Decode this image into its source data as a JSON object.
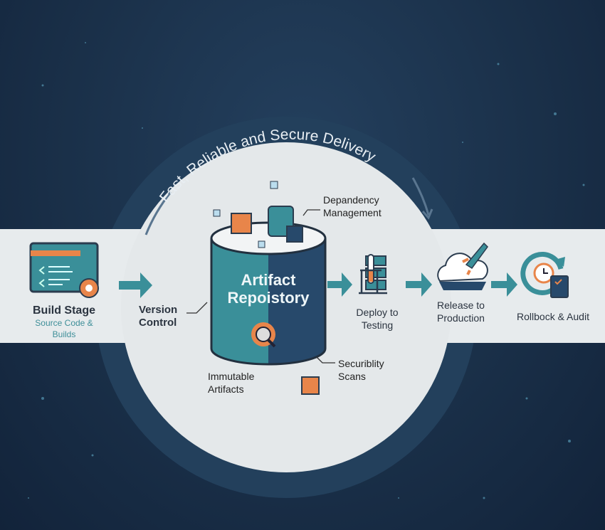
{
  "title": "Fast, Reliable and Secure Delivery",
  "center": {
    "line1": "Artifact",
    "line2": "Repoistory"
  },
  "callouts": {
    "dependency_1": "Depandency",
    "dependency_2": "Management",
    "version_1": "Version",
    "version_2": "Control",
    "immutable_1": "Immutable",
    "immutable_2": "Artifacts",
    "security_1": "Securiblity",
    "security_2": "Scans"
  },
  "stages": {
    "build": {
      "title": "Build Stage",
      "sub1": "Source Code &",
      "sub2": "Builds"
    },
    "deploy": {
      "l1": "Deploy to",
      "l2": "Testing"
    },
    "release": {
      "l1": "Release to",
      "l2": "Production"
    },
    "rollback": {
      "l1": "Rollbock & Audit"
    }
  },
  "colors": {
    "navy": "#1a3049",
    "teal": "#3a8f99",
    "orange": "#e8854a",
    "band": "#e7ebed"
  }
}
